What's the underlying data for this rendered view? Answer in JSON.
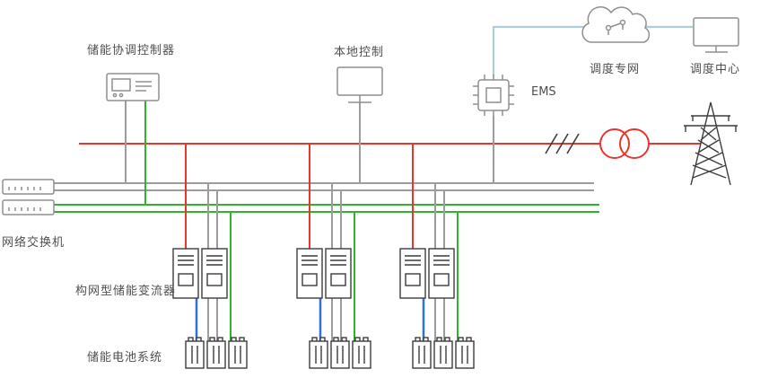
{
  "colors": {
    "red": "#e8362e",
    "green": "#2fb52c",
    "gray": "#9c9c9c",
    "blue": "#2f72d0",
    "lightblue": "#aecdd8",
    "icon_gray": "#8f8f8f",
    "dark": "#3c3c3c",
    "label": "#4f4f4f"
  },
  "labels": {
    "coordinator": "储能协调控制器",
    "local_control": "本地控制",
    "ems": "EMS",
    "dispatch_network": "调度专网",
    "dispatch_center": "调度中心",
    "network_switch": "网络交换机",
    "converter": "构网型储能变流器",
    "battery_system": "储能电池系统"
  }
}
